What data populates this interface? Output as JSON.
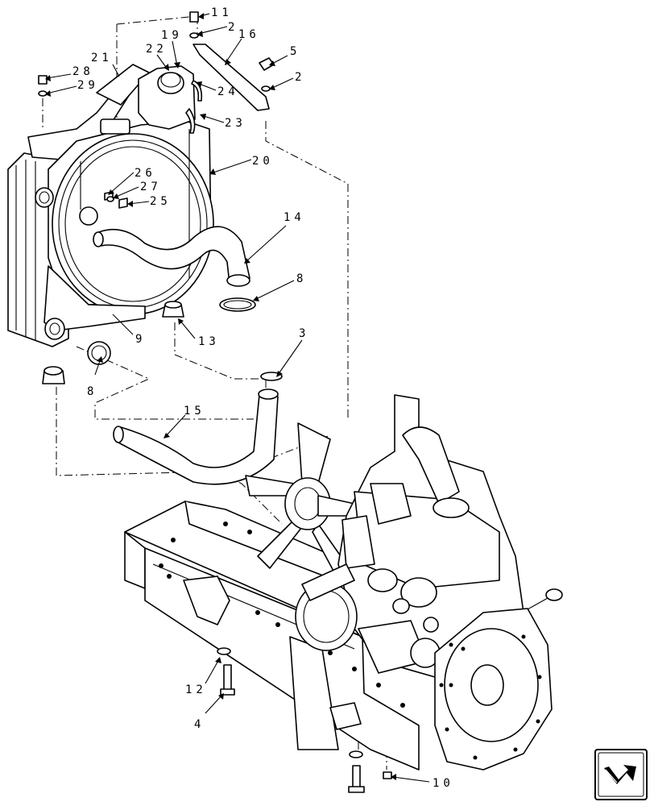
{
  "callouts": {
    "c11": "11",
    "c2a": "2",
    "c16": "16",
    "c19": "19",
    "c22": "22",
    "c21": "21",
    "c28": "28",
    "c29": "29",
    "c5": "5",
    "c2b": "2",
    "c24": "24",
    "c23": "23",
    "c20": "20",
    "c26": "26",
    "c27": "27",
    "c25": "25",
    "c14": "14",
    "c8a": "8",
    "c9": "9",
    "c13": "13",
    "c3": "3",
    "c8b": "8",
    "c15": "15",
    "c12": "12",
    "c4": "4",
    "c10": "10"
  },
  "icons": {
    "next_page": "next-page-arrow-icon"
  }
}
